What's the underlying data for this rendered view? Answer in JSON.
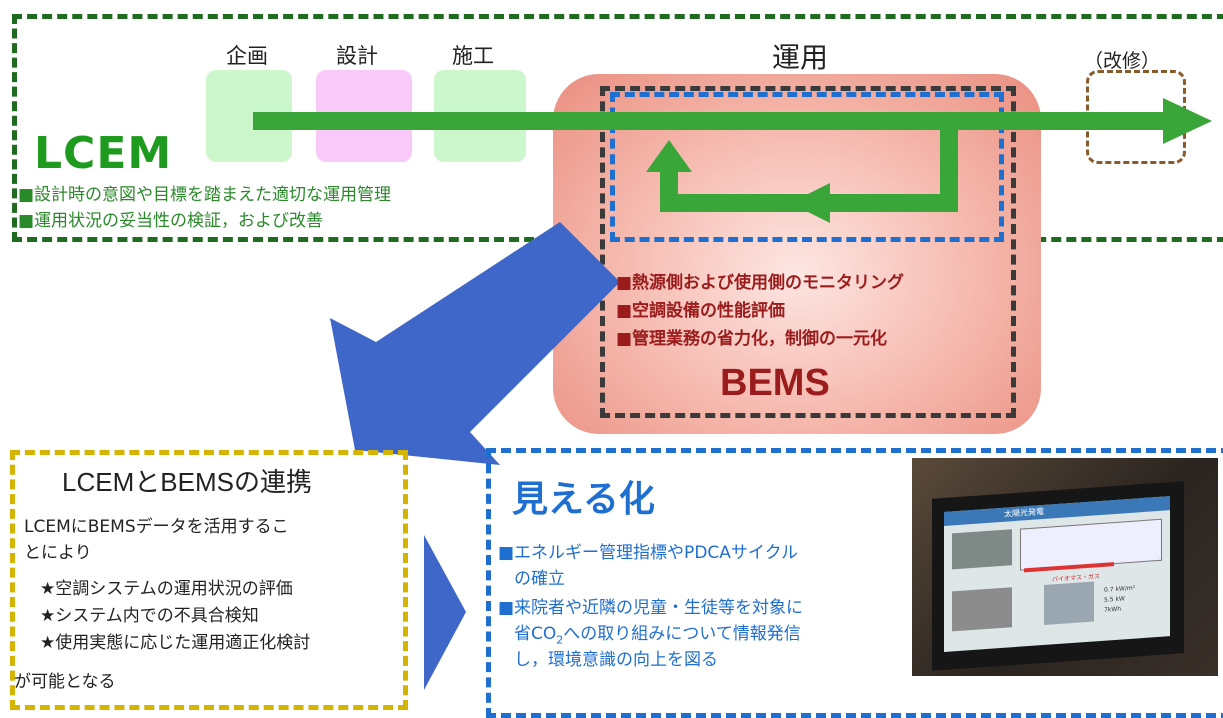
{
  "top": {
    "phases": [
      "企画",
      "設計",
      "施工"
    ],
    "operation": "運用",
    "renovation": "（改修）",
    "lcem_title": "LCEM",
    "lcem_bullets": [
      "■設計時の意図や目標を踏まえた適切な運用管理",
      "■運用状況の妥当性の検証，および改善"
    ]
  },
  "bems": {
    "bullets": [
      "■熱源側および使用側のモニタリング",
      "■空調設備の性能評価",
      "■管理業務の省力化，制御の一元化"
    ],
    "title": "BEMS"
  },
  "coop": {
    "title_lcem": "LCEM",
    "title_to": "と",
    "title_bems": "BEMS",
    "title_rest": "の連携",
    "intro_line1": "LCEMにBEMSデータを活用するこ",
    "intro_line2": "とにより",
    "items": [
      "★空調システムの運用状況の評価",
      "★システム内での不具合検知",
      "★使用実態に応じた運用適正化検討"
    ],
    "footer": "が可能となる"
  },
  "visual": {
    "title": "見える化",
    "bullet1_line1": "■エネルギー管理指標やPDCAサイクル",
    "bullet1_line2": "の確立",
    "bullet2_line1": "■来院者や近隣の児童・生徒等を対象に",
    "bullet2_line2_pre": "省CO",
    "bullet2_line2_sub": "2",
    "bullet2_line2_post": "への取り組みについて情報発信",
    "bullet2_line3": "し，環境意識の向上を図る",
    "screen_title": "太陽光発電",
    "screen_label": "バイオマス・ガス",
    "screen_values": [
      "0.7 kW/m²",
      "5.5 kW",
      "7kWh"
    ]
  },
  "colors": {
    "green": "#3aa63a",
    "dark_green": "#1e7a1e",
    "blue_dashed": "#1f6fd1",
    "bems_red": "#9b1c1c",
    "gold": "#d4b400",
    "arrow_blue": "#3f66c9"
  }
}
